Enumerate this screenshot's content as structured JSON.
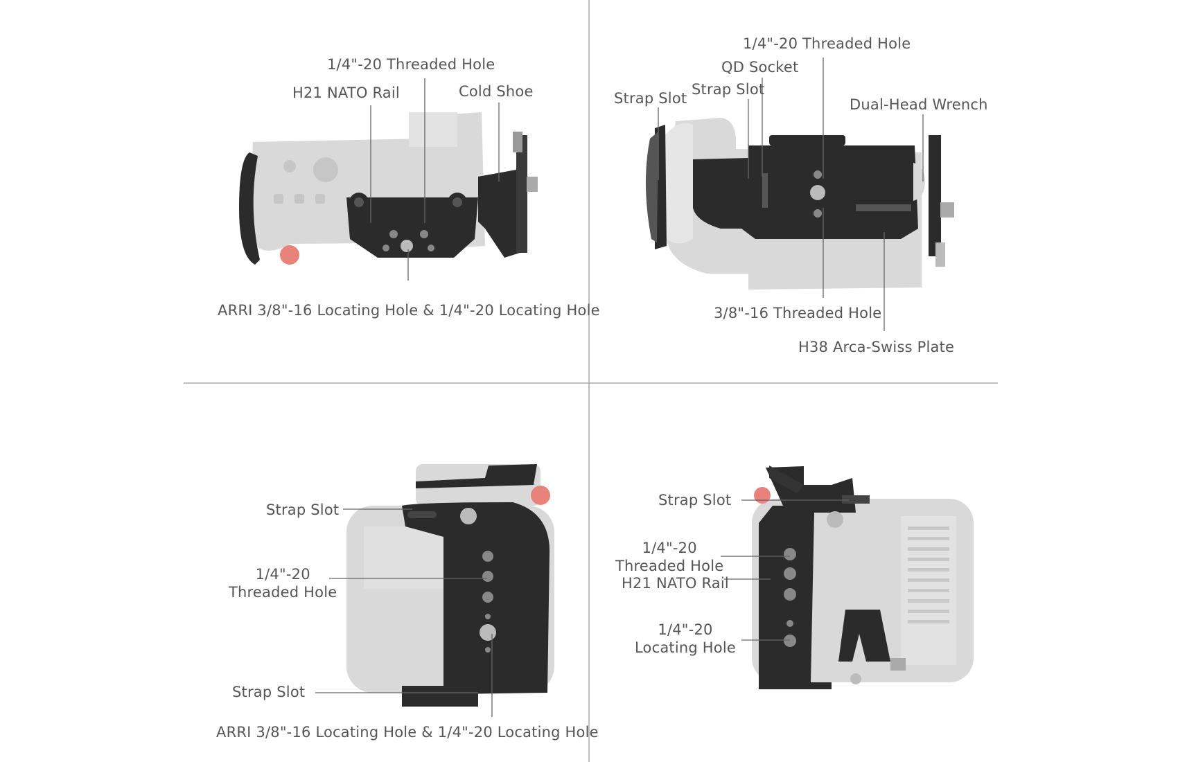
{
  "palette": {
    "background": "#ffffff",
    "text": "#555555",
    "leader_line": "#666666",
    "divider": "#aaaaaa",
    "camera_body": "#d9d9d9",
    "cage_metal": "#2b2b2b",
    "record_button": "#e8827a"
  },
  "panels": {
    "top_left": {
      "view": "top view",
      "labels": {
        "threaded_hole": "1/4\"-20 Threaded Hole",
        "nato_rail": "H21 NATO Rail",
        "cold_shoe": "Cold Shoe",
        "locating_hole": "ARRI 3/8\"-16 Locating Hole & 1/4\"-20 Locating Hole"
      }
    },
    "top_right": {
      "view": "bottom view",
      "labels": {
        "threaded_hole_top": "1/4\"-20 Threaded Hole",
        "qd_socket": "QD Socket",
        "strap_slot_inner": "Strap Slot",
        "strap_slot_outer": "Strap Slot",
        "dual_head_wrench": "Dual-Head Wrench",
        "threaded_hole_38": "3/8\"-16 Threaded Hole",
        "arca_plate": "H38 Arca-Swiss Plate"
      }
    },
    "bottom_left": {
      "view": "grip side view",
      "labels": {
        "strap_slot_top": "Strap Slot",
        "threaded_hole": "1/4\"-20\nThreaded Hole",
        "strap_slot_bottom": "Strap Slot",
        "locating_hole": "ARRI 3/8\"-16 Locating Hole & 1/4\"-20 Locating Hole"
      }
    },
    "bottom_right": {
      "view": "left side view",
      "labels": {
        "strap_slot": "Strap Slot",
        "threaded_hole": "1/4\"-20\nThreaded Hole",
        "nato_rail": "H21 NATO Rail",
        "locating_hole": "1/4\"-20\nLocating Hole"
      }
    }
  }
}
